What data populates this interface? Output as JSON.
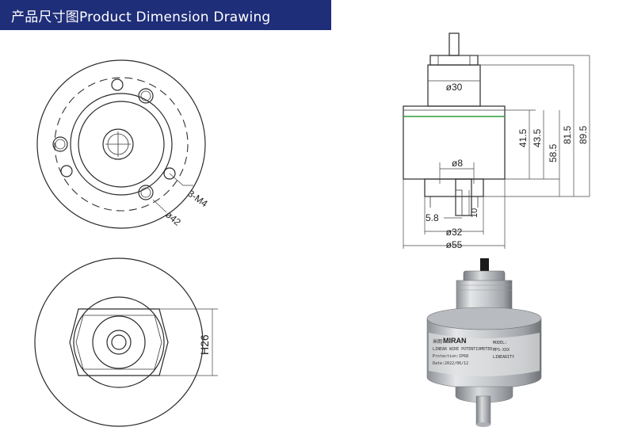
{
  "header": {
    "title": "产品尺寸图Product Dimension Drawing"
  },
  "front_view": {
    "holes_label": "3-M4",
    "pcd_label": "ø42"
  },
  "side_view": {
    "d_top": "ø30",
    "d_shaft": "ø8",
    "d_flange": "ø32",
    "d_body": "ø55",
    "h1": "41.5",
    "h2": "43.5",
    "h3": "58.5",
    "h4": "81.5",
    "h5": "89.5",
    "flat_width": "5.8",
    "flat_depth": "10"
  },
  "bottom_view": {
    "hex_label": "H26"
  },
  "product_photo": {
    "brand": "MIRAN",
    "brand_cn": "米朗",
    "lines": [
      "LINEAR WIRE POTENTIOMETER",
      "Protection:IP68",
      "Date:2022/06/12",
      "MODEL:",
      "MPS-XXX",
      "LINEARITY"
    ]
  },
  "colors": {
    "header_bg": "#1f2e79",
    "header_text": "#ffffff",
    "accent_line": "#2e9b3a"
  }
}
